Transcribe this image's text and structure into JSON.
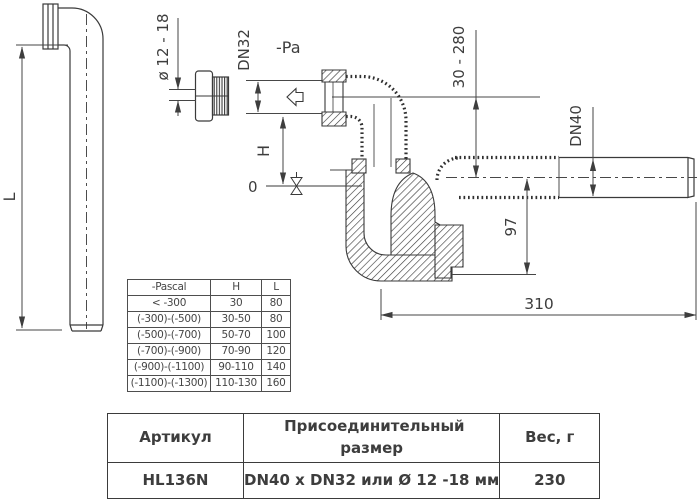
{
  "drawing": {
    "left_pipe": {
      "length_label": "L"
    },
    "adapter": {
      "diameter_label": "ø 12 - 18"
    },
    "siphon": {
      "inlet_size_label": "DN32",
      "pressure_label": "-Pa",
      "height_label": "H",
      "zero_label": "0",
      "offset_range_label": "30 - 280",
      "outlet_size_label": "DN40",
      "depth_label": "97",
      "length_label": "310"
    }
  },
  "pascal_table": {
    "headers": [
      "-Pascal",
      "H",
      "L"
    ],
    "rows": [
      [
        "< -300",
        "30",
        "80"
      ],
      [
        "(-300)-(-500)",
        "30-50",
        "80"
      ],
      [
        "(-500)-(-700)",
        "50-70",
        "100"
      ],
      [
        "(-700)-(-900)",
        "70-90",
        "120"
      ],
      [
        "(-900)-(-1100)",
        "90-110",
        "140"
      ],
      [
        "(-1100)-(-1300)",
        "110-130",
        "160"
      ]
    ]
  },
  "article_table": {
    "headers": [
      "Артикул",
      "Присоединительный размер",
      "Вес, г"
    ],
    "rows": [
      [
        "HL136N",
        "DN40 x DN32 или Ø 12 -18 мм",
        "230"
      ]
    ]
  },
  "colors": {
    "line": "#3e3e3e",
    "text": "#3d3d3d",
    "background": "#ffffff"
  }
}
